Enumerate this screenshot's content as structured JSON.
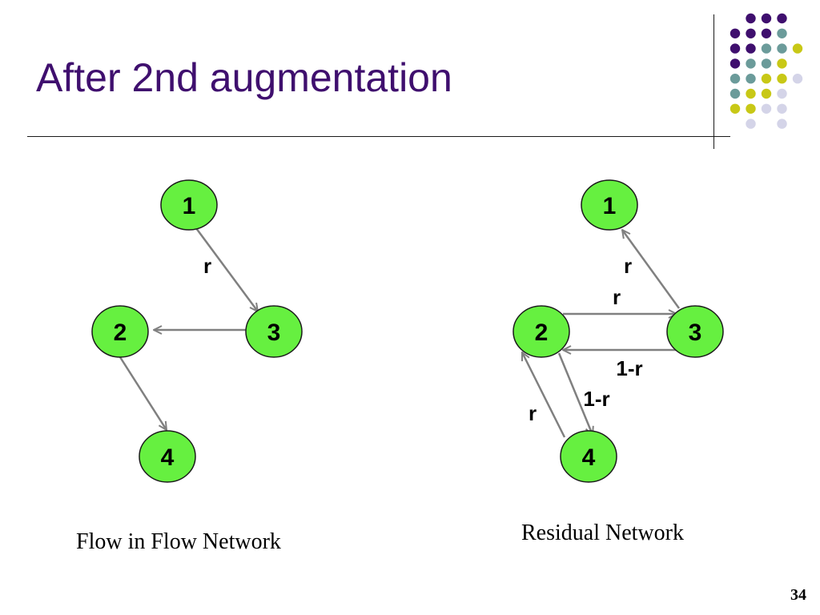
{
  "slide": {
    "title": "After 2nd augmentation",
    "page_number": "34",
    "title_color": "#3f0f6e"
  },
  "colors": {
    "node_fill": "#66f040",
    "node_stroke": "#1a1a1a",
    "edge": "#808080",
    "dot_purple": "#3f0f6e",
    "dot_teal": "#6b9b9a",
    "dot_yellow": "#c8c816",
    "dot_lavender": "#d4d4e8"
  },
  "flow_network": {
    "caption": "Flow in Flow Network",
    "nodes": [
      "1",
      "2",
      "3",
      "4"
    ],
    "edges": [
      {
        "from": "1",
        "to": "3",
        "label": "r"
      },
      {
        "from": "3",
        "to": "2",
        "label": ""
      },
      {
        "from": "2",
        "to": "4",
        "label": ""
      }
    ]
  },
  "residual_network": {
    "caption": "Residual Network",
    "nodes": [
      "1",
      "2",
      "3",
      "4"
    ],
    "edges": [
      {
        "from": "3",
        "to": "1",
        "label": "r"
      },
      {
        "from": "2",
        "to": "3",
        "label": "r"
      },
      {
        "from": "3",
        "to": "2",
        "label": "1-r"
      },
      {
        "from": "2",
        "to": "4",
        "label": "1-r"
      },
      {
        "from": "4",
        "to": "2",
        "label": "r"
      }
    ]
  }
}
